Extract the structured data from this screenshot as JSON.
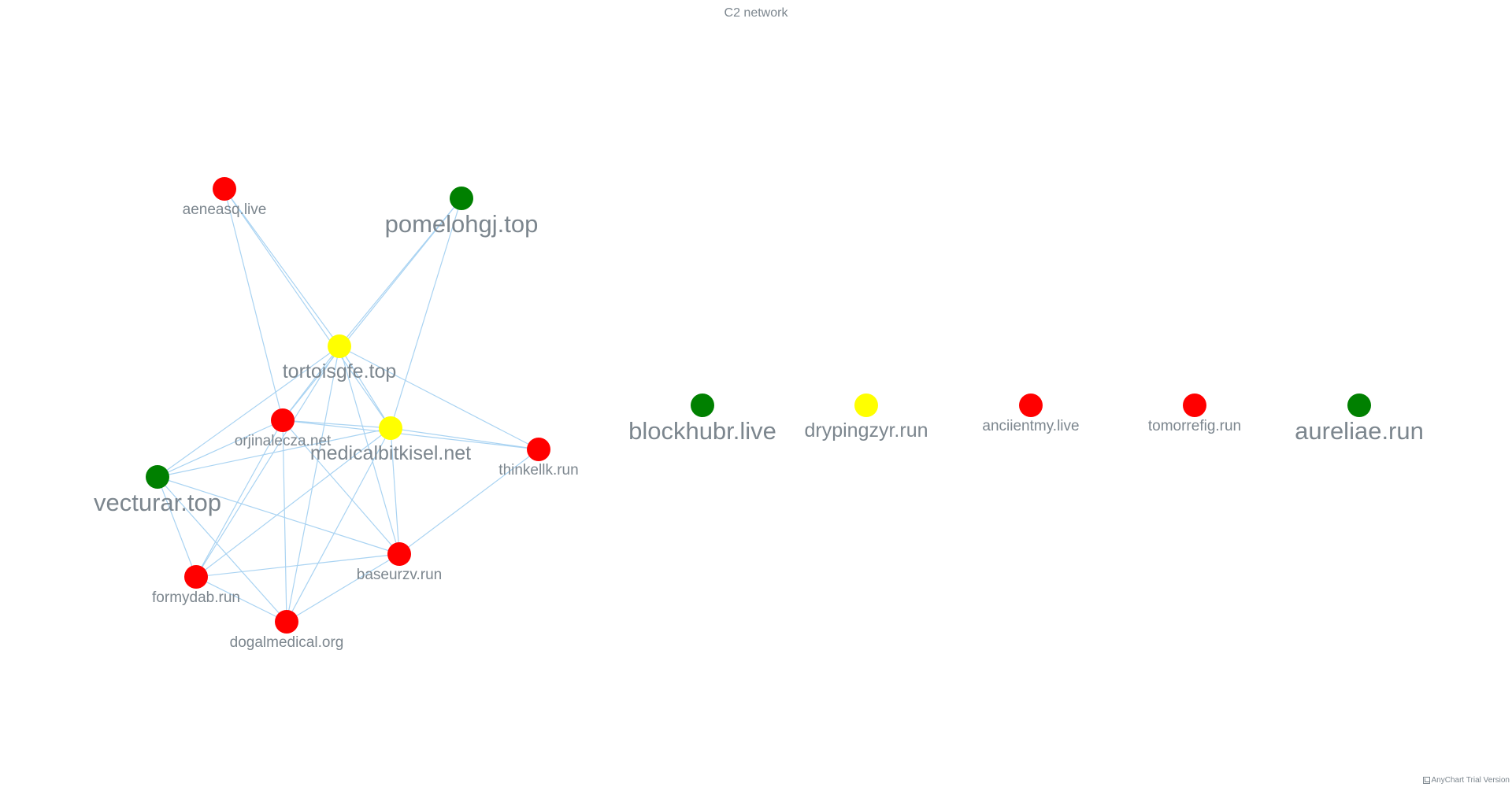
{
  "title": "C2 network",
  "credits": "AnyChart Trial Version",
  "colors": {
    "edge": "#a9d3f2",
    "label": "#7c868e",
    "red": "#ff0000",
    "green": "#008000",
    "yellow": "#ffff00"
  },
  "nodes": [
    {
      "id": "aeneasq.live",
      "color": "red",
      "label_size": "small"
    },
    {
      "id": "pomelohgj.top",
      "color": "green",
      "label_size": "large"
    },
    {
      "id": "tortoisgfe.top",
      "color": "yellow",
      "label_size": "medium"
    },
    {
      "id": "orjinalecza.net",
      "color": "red",
      "label_size": "small"
    },
    {
      "id": "medicalbitkisel.net",
      "color": "yellow",
      "label_size": "medium"
    },
    {
      "id": "thinkellk.run",
      "color": "red",
      "label_size": "small"
    },
    {
      "id": "vecturar.top",
      "color": "green",
      "label_size": "large"
    },
    {
      "id": "baseurzv.run",
      "color": "red",
      "label_size": "small"
    },
    {
      "id": "formydab.run",
      "color": "red",
      "label_size": "small"
    },
    {
      "id": "dogalmedical.org",
      "color": "red",
      "label_size": "small"
    },
    {
      "id": "blockhubr.live",
      "color": "green",
      "label_size": "large"
    },
    {
      "id": "drypingzyr.run",
      "color": "yellow",
      "label_size": "medium"
    },
    {
      "id": "anciientmy.live",
      "color": "red",
      "label_size": "small"
    },
    {
      "id": "tomorrefig.run",
      "color": "red",
      "label_size": "small"
    },
    {
      "id": "aureliae.run",
      "color": "green",
      "label_size": "large"
    }
  ],
  "edges": [
    [
      "aeneasq.live",
      "tortoisgfe.top"
    ],
    [
      "aeneasq.live",
      "orjinalecza.net"
    ],
    [
      "aeneasq.live",
      "medicalbitkisel.net"
    ],
    [
      "pomelohgj.top",
      "tortoisgfe.top"
    ],
    [
      "pomelohgj.top",
      "medicalbitkisel.net"
    ],
    [
      "pomelohgj.top",
      "orjinalecza.net"
    ],
    [
      "tortoisgfe.top",
      "orjinalecza.net"
    ],
    [
      "tortoisgfe.top",
      "medicalbitkisel.net"
    ],
    [
      "tortoisgfe.top",
      "thinkellk.run"
    ],
    [
      "tortoisgfe.top",
      "vecturar.top"
    ],
    [
      "tortoisgfe.top",
      "baseurzv.run"
    ],
    [
      "tortoisgfe.top",
      "formydab.run"
    ],
    [
      "tortoisgfe.top",
      "dogalmedical.org"
    ],
    [
      "orjinalecza.net",
      "medicalbitkisel.net"
    ],
    [
      "orjinalecza.net",
      "thinkellk.run"
    ],
    [
      "orjinalecza.net",
      "vecturar.top"
    ],
    [
      "orjinalecza.net",
      "baseurzv.run"
    ],
    [
      "orjinalecza.net",
      "formydab.run"
    ],
    [
      "orjinalecza.net",
      "dogalmedical.org"
    ],
    [
      "medicalbitkisel.net",
      "thinkellk.run"
    ],
    [
      "medicalbitkisel.net",
      "vecturar.top"
    ],
    [
      "medicalbitkisel.net",
      "baseurzv.run"
    ],
    [
      "medicalbitkisel.net",
      "formydab.run"
    ],
    [
      "medicalbitkisel.net",
      "dogalmedical.org"
    ],
    [
      "thinkellk.run",
      "baseurzv.run"
    ],
    [
      "vecturar.top",
      "baseurzv.run"
    ],
    [
      "vecturar.top",
      "formydab.run"
    ],
    [
      "vecturar.top",
      "dogalmedical.org"
    ],
    [
      "baseurzv.run",
      "formydab.run"
    ],
    [
      "baseurzv.run",
      "dogalmedical.org"
    ],
    [
      "formydab.run",
      "dogalmedical.org"
    ]
  ]
}
